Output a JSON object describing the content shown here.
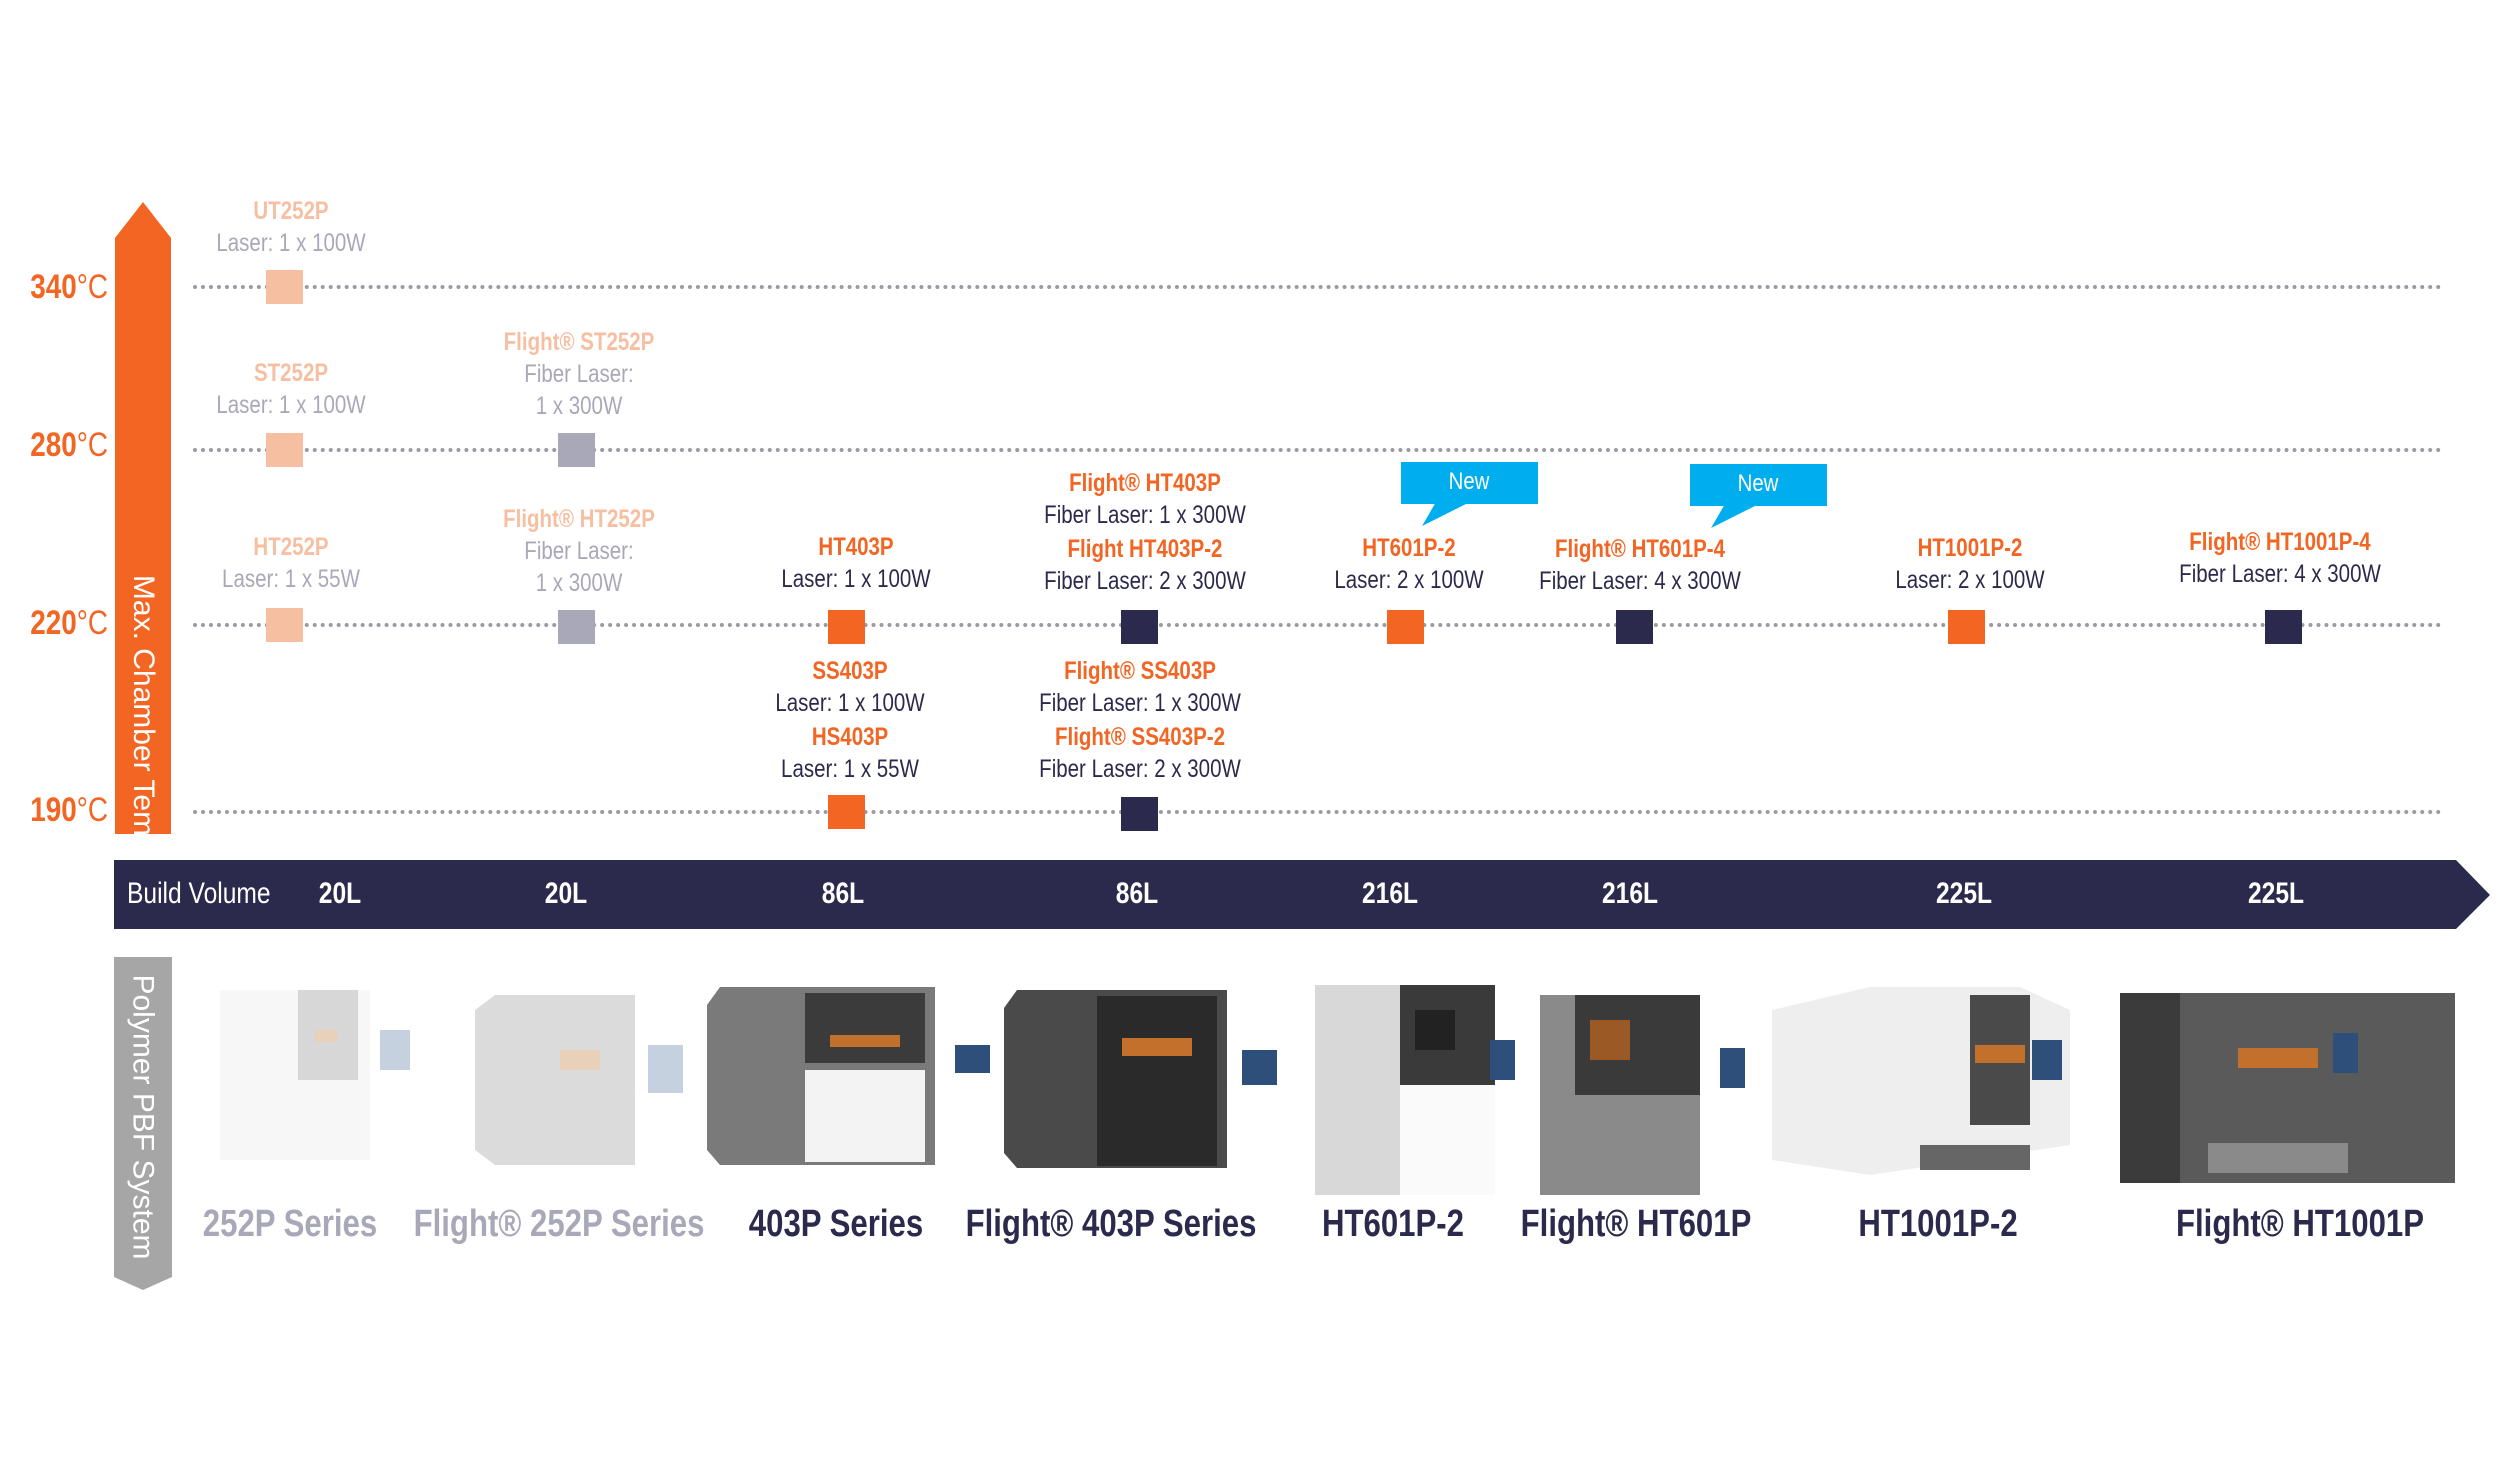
{
  "colors": {
    "orange": "#F26522",
    "orange_faded": "#F7BFA2",
    "navy": "#2B2A4C",
    "gray_faded": "#A9A8B8",
    "new_badge": "#00AEEF",
    "gray_bar": "#A6A6A6"
  },
  "axis": {
    "title": "Max. Chamber Temp.",
    "temperatures": [
      {
        "value": "340",
        "unit": "°C"
      },
      {
        "value": "280",
        "unit": "°C"
      },
      {
        "value": "220",
        "unit": "°C"
      },
      {
        "value": "190",
        "unit": "°C"
      }
    ]
  },
  "models": [
    {
      "name": "UT252P",
      "spec": "Laser: 1 x 100W",
      "temp": 340,
      "column": "252P Series",
      "faded": true,
      "marker": "orange"
    },
    {
      "name": "ST252P",
      "spec": "Laser: 1 x 100W",
      "temp": 280,
      "column": "252P Series",
      "faded": true,
      "marker": "orange"
    },
    {
      "name": "HT252P",
      "spec": "Laser: 1 x 55W",
      "temp": 220,
      "column": "252P Series",
      "faded": true,
      "marker": "orange"
    },
    {
      "name": "Flight® ST252P",
      "spec": "Fiber Laser:",
      "spec2": "1 x 300W",
      "temp": 280,
      "column": "Flight® 252P Series",
      "faded": true,
      "marker": "navy"
    },
    {
      "name": "Flight® HT252P",
      "spec": "Fiber Laser:",
      "spec2": "1 x 300W",
      "temp": 220,
      "column": "Flight® 252P Series",
      "faded": true,
      "marker": "navy"
    },
    {
      "name": "HT403P",
      "spec": "Laser: 1 x 100W",
      "temp": 220,
      "column": "403P Series",
      "marker": "orange"
    },
    {
      "name": "SS403P",
      "spec": "Laser: 1 x 100W",
      "temp": 190,
      "column": "403P Series",
      "marker": "orange"
    },
    {
      "name": "HS403P",
      "spec": "Laser: 1 x 55W",
      "temp": 190,
      "column": "403P Series",
      "marker": "orange"
    },
    {
      "name": "Flight® HT403P",
      "spec": "Fiber Laser: 1 x 300W",
      "temp": 220,
      "column": "Flight® 403P Series",
      "marker": "navy"
    },
    {
      "name": "Flight HT403P-2",
      "spec": "Fiber Laser: 2 x 300W",
      "temp": 220,
      "column": "Flight® 403P Series",
      "marker": "navy"
    },
    {
      "name": "Flight® SS403P",
      "spec": "Fiber Laser: 1 x 300W",
      "temp": 190,
      "column": "Flight® 403P Series",
      "marker": "navy"
    },
    {
      "name": "Flight® SS403P-2",
      "spec": "Fiber Laser: 2 x 300W",
      "temp": 190,
      "column": "Flight® 403P Series",
      "marker": "navy"
    },
    {
      "name": "HT601P-2",
      "spec": "Laser: 2 x 100W",
      "temp": 220,
      "column": "HT601P-2",
      "marker": "orange",
      "badge": "New"
    },
    {
      "name": "Flight® HT601P-4",
      "spec": "Fiber Laser: 4 x 300W",
      "temp": 220,
      "column": "Flight® HT601P",
      "marker": "navy",
      "badge": "New"
    },
    {
      "name": "HT1001P-2",
      "spec": "Laser: 2 x 100W",
      "temp": 220,
      "column": "HT1001P-2",
      "marker": "orange"
    },
    {
      "name": "Flight® HT1001P-4",
      "spec": "Fiber Laser: 4 x 300W",
      "temp": 220,
      "column": "Flight® HT1001P",
      "marker": "navy"
    }
  ],
  "build_volume": {
    "label": "Build Volume",
    "values": [
      "20L",
      "20L",
      "86L",
      "86L",
      "216L",
      "216L",
      "225L",
      "225L"
    ]
  },
  "system": {
    "title": "Polymer PBF System",
    "series": [
      {
        "label": "252P Series",
        "faded": true
      },
      {
        "label": "Flight® 252P Series",
        "faded": true
      },
      {
        "label": "403P Series"
      },
      {
        "label": "Flight® 403P Series"
      },
      {
        "label": "HT601P-2"
      },
      {
        "label": "Flight® HT601P"
      },
      {
        "label": "HT1001P-2"
      },
      {
        "label": "Flight® HT1001P"
      }
    ]
  }
}
